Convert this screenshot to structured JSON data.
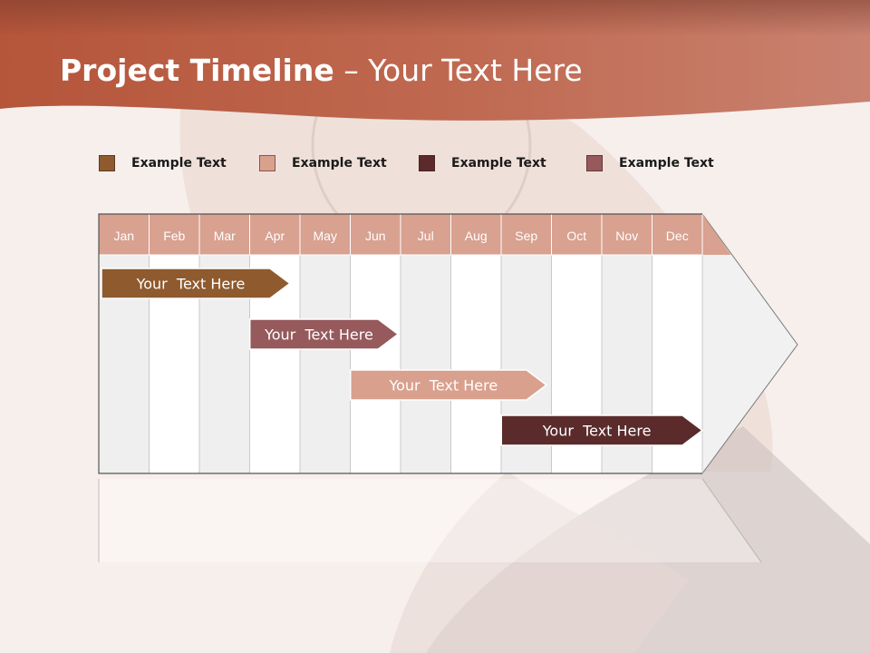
{
  "slide": {
    "title_bold": "Project Timeline",
    "title_rest": " – Your Text Here"
  },
  "colors": {
    "header_band": "#b9604a",
    "month_header": "#d8a190",
    "column_alt": "#efefef",
    "column_white": "#ffffff",
    "grid_line": "#c9c9c9"
  },
  "legend": [
    {
      "label": "Example Text",
      "color": "#8e5a2e"
    },
    {
      "label": "Example Text",
      "color": "#d9a08e"
    },
    {
      "label": "Example Text",
      "color": "#5b2b2b"
    },
    {
      "label": "Example Text",
      "color": "#96595c"
    }
  ],
  "timeline": {
    "months": [
      "Jan",
      "Feb",
      "Mar",
      "Apr",
      "May",
      "Jun",
      "Jul",
      "Aug",
      "Sep",
      "Oct",
      "Nov",
      "Dec"
    ],
    "bars": [
      {
        "label": "Your  Text Here",
        "start": 0,
        "end": 3.8,
        "color": "#8e5a2e"
      },
      {
        "label": "Your  Text Here",
        "start": 2.95,
        "end": 5.95,
        "color": "#96595c"
      },
      {
        "label": "Your  Text Here",
        "start": 4.95,
        "end": 8.9,
        "color": "#d9a08e"
      },
      {
        "label": "Your  Text Here",
        "start": 7.95,
        "end": 12,
        "color": "#5b2b2b"
      }
    ]
  }
}
